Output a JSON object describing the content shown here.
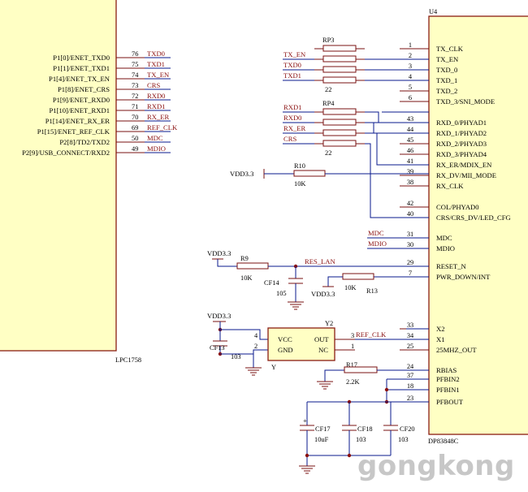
{
  "lpc": {
    "ref": "LPC1758",
    "pins": [
      {
        "name": "P1[0]/ENET_TXD0",
        "num": "76",
        "net": "TXD0"
      },
      {
        "name": "P1[1]/ENET_TXD1",
        "num": "75",
        "net": "TXD1"
      },
      {
        "name": "P1[4]/ENET_TX_EN",
        "num": "74",
        "net": "TX_EN"
      },
      {
        "name": "P1[8]/ENET_CRS",
        "num": "73",
        "net": "CRS"
      },
      {
        "name": "P1[9]/ENET_RXD0",
        "num": "72",
        "net": "RXD0"
      },
      {
        "name": "P1[10]/ENET_RXD1",
        "num": "71",
        "net": "RXD1"
      },
      {
        "name": "P1[14]/ENET_RX_ER",
        "num": "70",
        "net": "RX_ER"
      },
      {
        "name": "P1[15]/ENET_REF_CLK",
        "num": "69",
        "net": "REF_CLK"
      },
      {
        "name": "P2[8]/TD2/TXD2",
        "num": "50",
        "net": "MDC"
      },
      {
        "name": "P2[9]/USB_CONNECT/RXD2",
        "num": "49",
        "net": "MDIO"
      }
    ]
  },
  "phy": {
    "ref": "U4",
    "part": "DP83848C",
    "pins": [
      {
        "num": "1",
        "name": "TX_CLK"
      },
      {
        "num": "2",
        "name": "TX_EN"
      },
      {
        "num": "3",
        "name": "TXD_0"
      },
      {
        "num": "4",
        "name": "TXD_1"
      },
      {
        "num": "5",
        "name": "TXD_2"
      },
      {
        "num": "6",
        "name": "TXD_3/SNI_MODE"
      },
      {
        "num": "43",
        "name": "RXD_0/PHYAD1"
      },
      {
        "num": "44",
        "name": "RXD_1/PHYAD2"
      },
      {
        "num": "45",
        "name": "RXD_2/PHYAD3"
      },
      {
        "num": "46",
        "name": "RXD_3/PHYAD4"
      },
      {
        "num": "41",
        "name": "RX_ER/MDIX_EN"
      },
      {
        "num": "39",
        "name": "RX_DV/MII_MODE"
      },
      {
        "num": "38",
        "name": "RX_CLK"
      },
      {
        "num": "42",
        "name": "COL/PHYAD0"
      },
      {
        "num": "40",
        "name": "CRS/CRS_DV/LED_CFG"
      },
      {
        "num": "31",
        "name": "MDC"
      },
      {
        "num": "30",
        "name": "MDIO"
      },
      {
        "num": "29",
        "name": "RESET_N"
      },
      {
        "num": "7",
        "name": "PWR_DOWN/INT"
      },
      {
        "num": "33",
        "name": "X2"
      },
      {
        "num": "34",
        "name": "X1"
      },
      {
        "num": "25",
        "name": "25MHZ_OUT"
      },
      {
        "num": "24",
        "name": "RBIAS"
      },
      {
        "num": "37",
        "name": "PFBIN2"
      },
      {
        "num": "18",
        "name": "PFBIN1"
      },
      {
        "num": "23",
        "name": "PFBOUT"
      }
    ]
  },
  "rp3": {
    "ref": "RP3",
    "value": "22",
    "nets": [
      "TX_EN",
      "TXD0",
      "TXD1"
    ]
  },
  "rp4": {
    "ref": "RP4",
    "value": "22",
    "nets": [
      "RXD1",
      "RXD0",
      "RX_ER",
      "CRS"
    ]
  },
  "r10": {
    "ref": "R10",
    "value": "10K",
    "supply": "VDD3.3"
  },
  "phy_nets": {
    "mdc": "MDC",
    "mdio": "MDIO"
  },
  "reset": {
    "supply": "VDD3.3",
    "r_ref": "R9",
    "r_value": "10K",
    "net": "RES_LAN",
    "c_ref": "CF14",
    "c_value": "105"
  },
  "r13": {
    "ref": "R13",
    "value": "10K",
    "supply": "VDD3.3"
  },
  "osc": {
    "supply": "VDD3.3",
    "ref": "Y2",
    "label": "Y",
    "vcc": "VCC",
    "out": "OUT",
    "gnd": "GND",
    "nc": "NC",
    "pin_vcc": "4",
    "pin_gnd": "2",
    "pin_out": "3",
    "pin_nc": "1",
    "net": "REF_CLK",
    "c_ref": "CF13",
    "c_value": "103"
  },
  "r17": {
    "ref": "R17",
    "value": "2.2K"
  },
  "caps": [
    {
      "ref": "CF17",
      "value": "10uF",
      "polarity": "+"
    },
    {
      "ref": "CF18",
      "value": "103"
    },
    {
      "ref": "CF20",
      "value": "103"
    }
  ],
  "watermark": "gongkong"
}
